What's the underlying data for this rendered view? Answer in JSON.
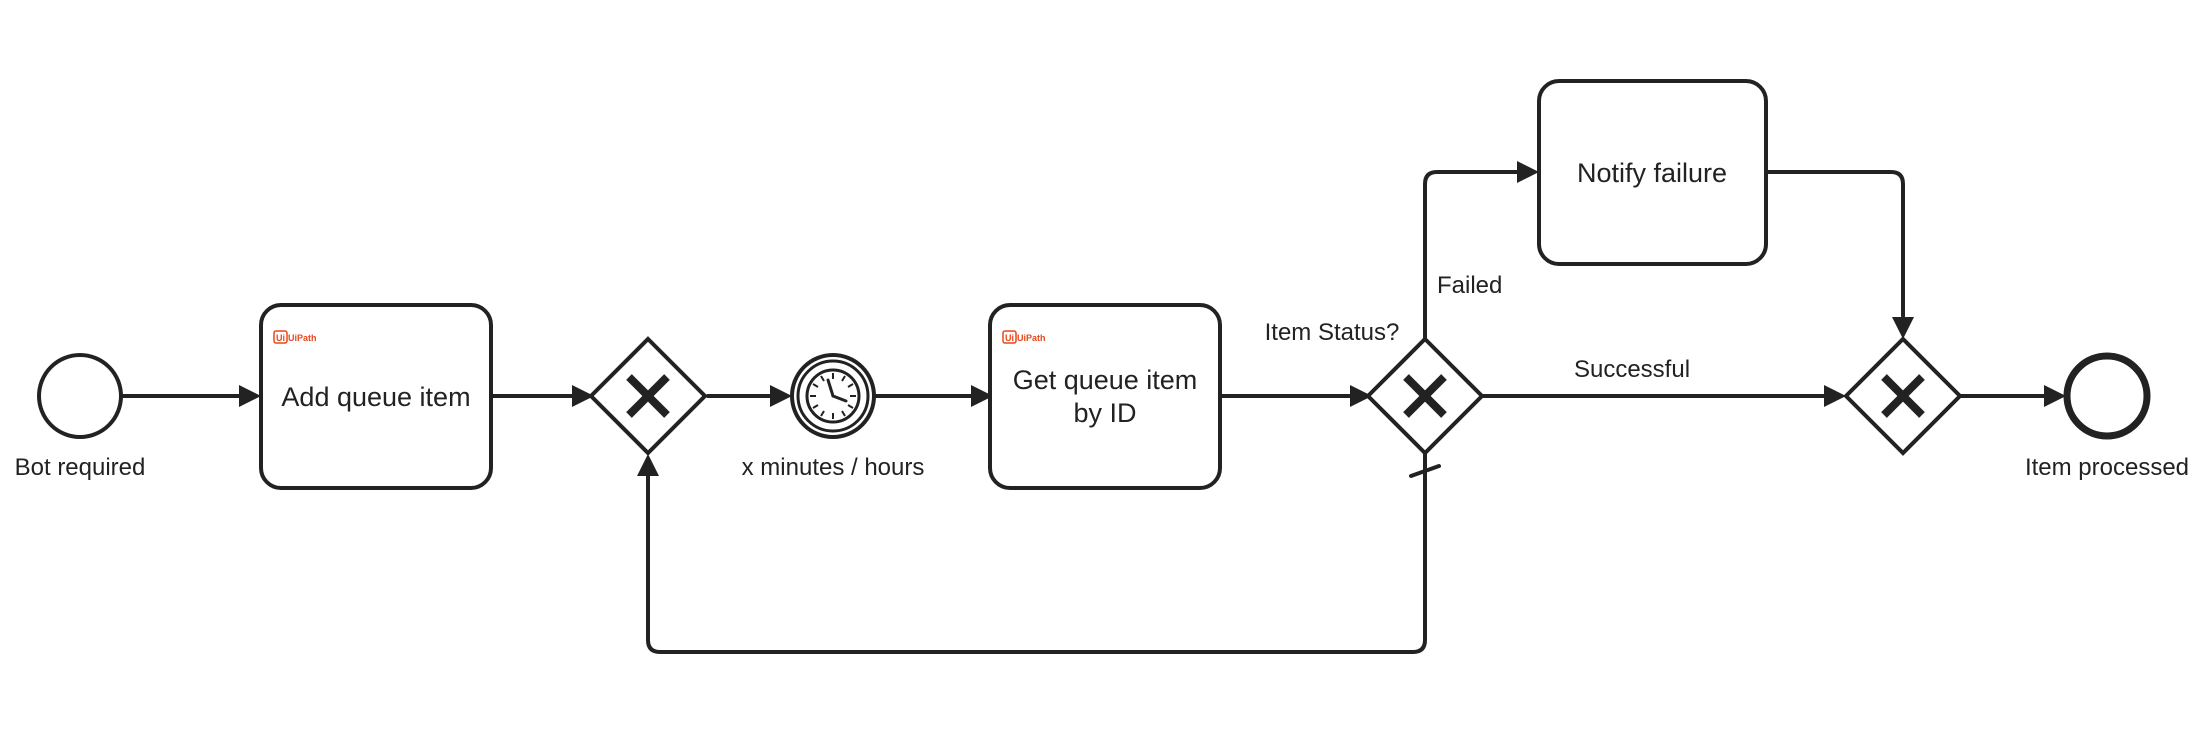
{
  "diagram": {
    "start_event": {
      "label": "Bot required"
    },
    "tasks": {
      "add_queue_item": {
        "label": "Add queue item",
        "brand": "UiPath"
      },
      "get_queue_item": {
        "label_line1": "Get queue item",
        "label_line2": "by ID",
        "brand": "UiPath"
      },
      "notify_failure": {
        "label": "Notify failure"
      }
    },
    "timer": {
      "label": "x minutes / hours"
    },
    "gateways": {
      "item_status": {
        "label": "Item Status?"
      }
    },
    "flows": {
      "failed": "Failed",
      "successful": "Successful"
    },
    "end_event": {
      "label": "Item processed"
    },
    "colors": {
      "stroke": "#222222",
      "background": "#ffffff",
      "brand": "#e8471c"
    }
  }
}
